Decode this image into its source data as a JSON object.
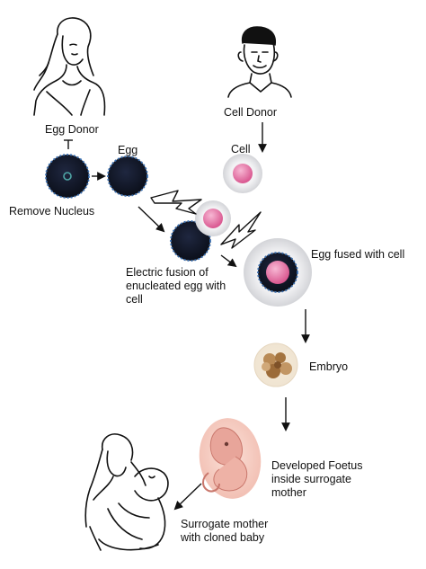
{
  "labels": {
    "egg_donor": "Egg Donor",
    "cell_donor": "Cell Donor",
    "egg": "Egg",
    "cell": "Cell",
    "remove_nucleus": "Remove Nucleus",
    "electric_fusion": "Electric fusion of enucleated egg with cell",
    "egg_fused": "Egg fused with cell",
    "embryo": "Embryo",
    "developed_foetus": "Developed Foetus inside surrogate mother",
    "surrogate_mother": "Surrogate mother with cloned baby"
  },
  "colors": {
    "egg_fill": "#141a2c",
    "egg_membrane": "#3a6fb0",
    "cell_pink": "#e87fb0",
    "halo": "#e9e9ec",
    "arrow": "#111111",
    "foetus_skin": "#e8a59a"
  },
  "icons": {
    "egg_donor": "woman-portrait-icon",
    "cell_donor": "man-portrait-icon",
    "surrogate": "mother-with-baby-icon",
    "spark": "lightning-bolt-icon"
  }
}
